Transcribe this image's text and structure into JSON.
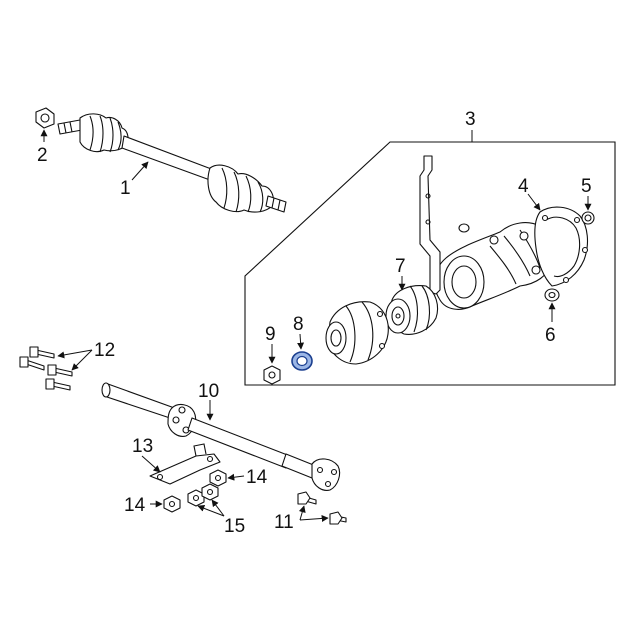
{
  "diagram": {
    "callouts": [
      "1",
      "2",
      "3",
      "4",
      "5",
      "6",
      "7",
      "8",
      "9",
      "10",
      "11",
      "12",
      "13",
      "14",
      "14",
      "15"
    ],
    "highlight_color": "#9bb6e6",
    "line_color": "#111111",
    "background": "#ffffff"
  }
}
